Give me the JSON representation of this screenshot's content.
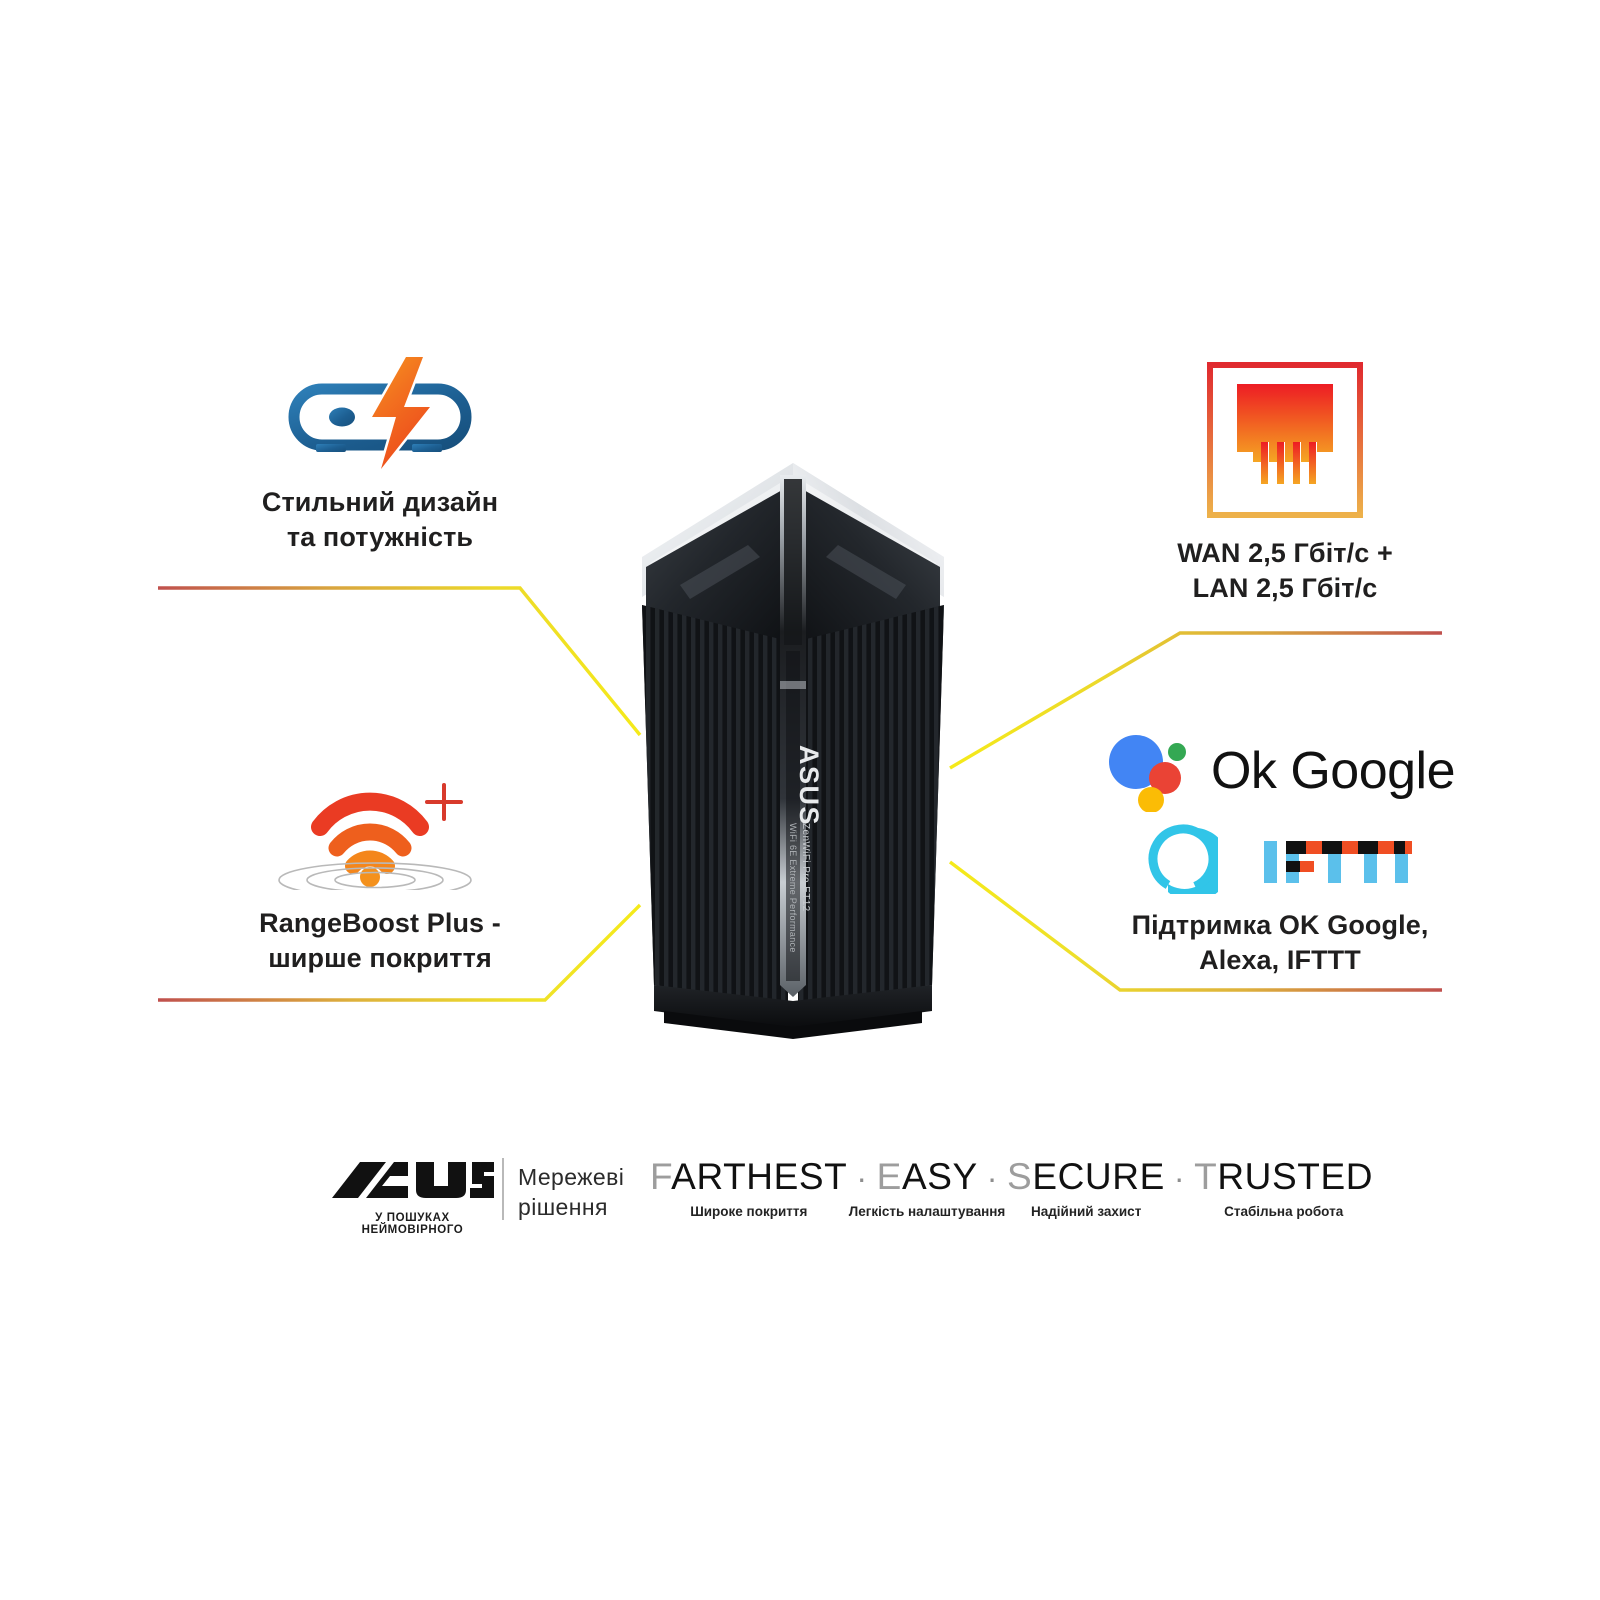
{
  "page": {
    "background": "#ffffff",
    "product_name": "ASUS ZenWiFi Pro ET12",
    "language": "uk"
  },
  "colors": {
    "line_start": "#c0504d",
    "line_mid": "#d9a441",
    "line_end": "#f2e31c",
    "orange": "#f07c1e",
    "red": "#e8352a",
    "blue": "#1a6fa8",
    "google_blue": "#4285f4",
    "google_red": "#ea4335",
    "google_yellow": "#fbbc05",
    "google_green": "#34a853",
    "alexa_cyan": "#31c5e8",
    "ifttt_blue": "#5bc0eb",
    "ifttt_red": "#f04e23",
    "text_dark": "#201f1f",
    "slogan_gray": "#9d9d9d"
  },
  "features": [
    {
      "id": "design",
      "icon": "router-lightning-icon",
      "caption": "Стильний дизайн\nта потужність"
    },
    {
      "id": "range",
      "icon": "wifi-plus-icon",
      "caption": "RangeBoost Plus -\nширше покриття"
    },
    {
      "id": "ports",
      "icon": "ethernet-port-icon",
      "caption": "WAN  2,5 Гбіт/с +\nLAN  2,5 Гбіт/с"
    },
    {
      "id": "assistants",
      "icon": "assistant-logos",
      "logos": [
        "google-assistant-logo",
        "ok-google-wordmark",
        "alexa-logo",
        "ifttt-logo"
      ],
      "ok_google_label": "Ok Google",
      "caption": "Підтримка OK Google,\nAlexa, IFTTT"
    }
  ],
  "router": {
    "brand_text": "ASUS",
    "model_text": "ZenWiFi Pro ET12",
    "spec_text": "WiFi 6E Extreme Performance"
  },
  "footer": {
    "asus_wordmark": "ASUS",
    "asus_tagline": "У ПОШУКАХ НЕЙМОВІРНОГО",
    "network_solutions": "Мережеві\nрішення",
    "slogan_words": [
      {
        "first": "F",
        "rest": "ARTHEST",
        "sub": "Широке покриття"
      },
      {
        "first": "E",
        "rest": "ASY",
        "sub": "Легкість налаштування"
      },
      {
        "first": "S",
        "rest": "ECURE",
        "sub": "Надійний захист"
      },
      {
        "first": "T",
        "rest": "RUSTED",
        "sub": "Стабільна робота"
      }
    ],
    "separator": "·"
  }
}
